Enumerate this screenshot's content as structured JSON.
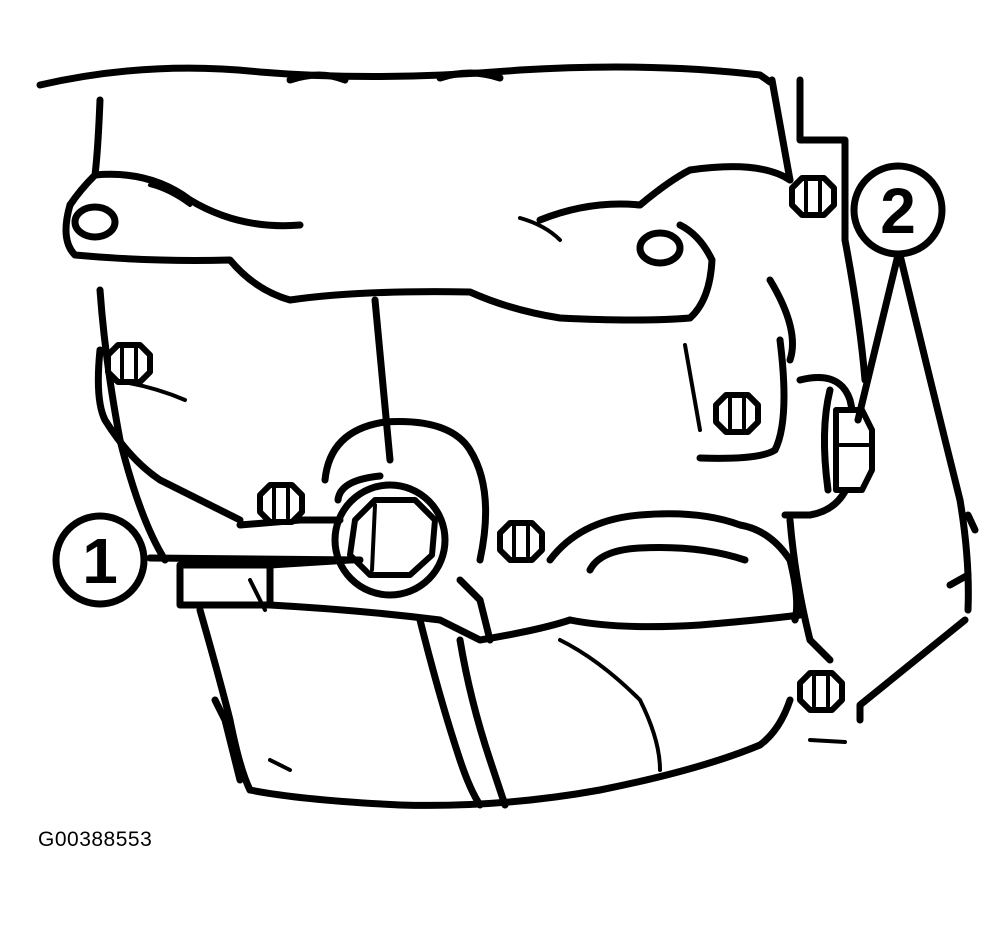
{
  "figure_id": "G00388553",
  "callouts": [
    {
      "label": "1",
      "refers_to": "drain-plug"
    },
    {
      "label": "2",
      "refers_to": "fill-plug"
    }
  ],
  "colors": {
    "ink": "#000000",
    "paper": "#ffffff"
  }
}
